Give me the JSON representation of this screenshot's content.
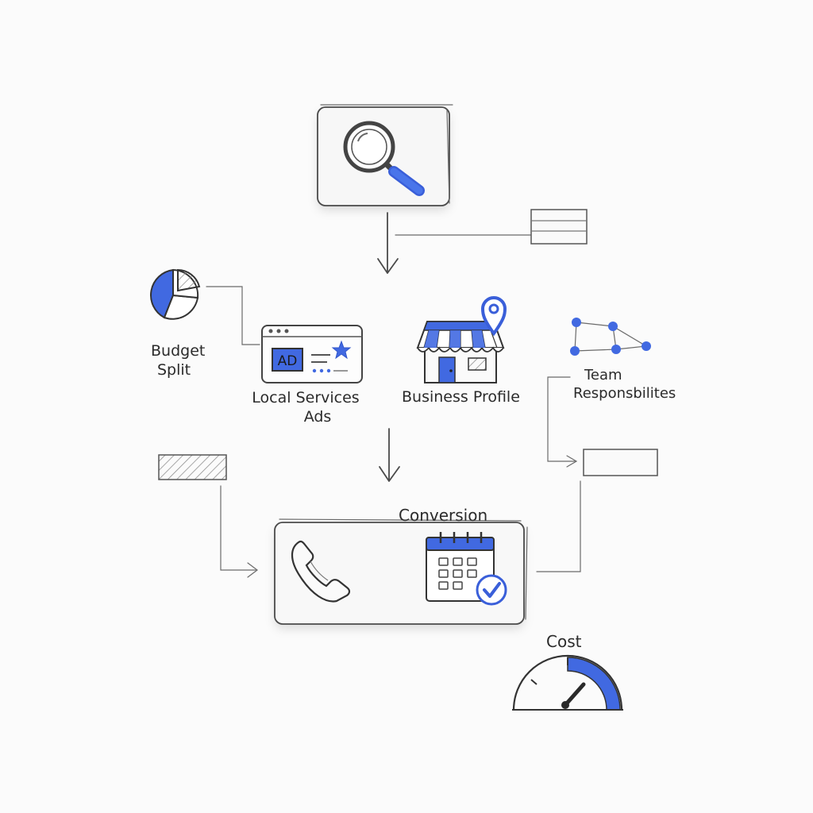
{
  "labels": {
    "budget_split": [
      "Budget",
      "Split"
    ],
    "local_services_ads": [
      "Local Services",
      "Ads"
    ],
    "business_profile": "Business Profile",
    "team_responsibilities": [
      "Team",
      "Responsbilites"
    ],
    "conversion": "Conversion",
    "cost": "Cost"
  },
  "ad_badge_text": "AD",
  "icons": [
    "magnifier-icon",
    "pie-chart-icon",
    "ad-window-icon",
    "storefront-icon",
    "map-pin-icon",
    "network-icon",
    "phone-icon",
    "calendar-check-icon",
    "gauge-icon"
  ],
  "colors": {
    "accent": "#4169e1",
    "ink": "#2a2a2a",
    "background": "#fbfbfb"
  }
}
